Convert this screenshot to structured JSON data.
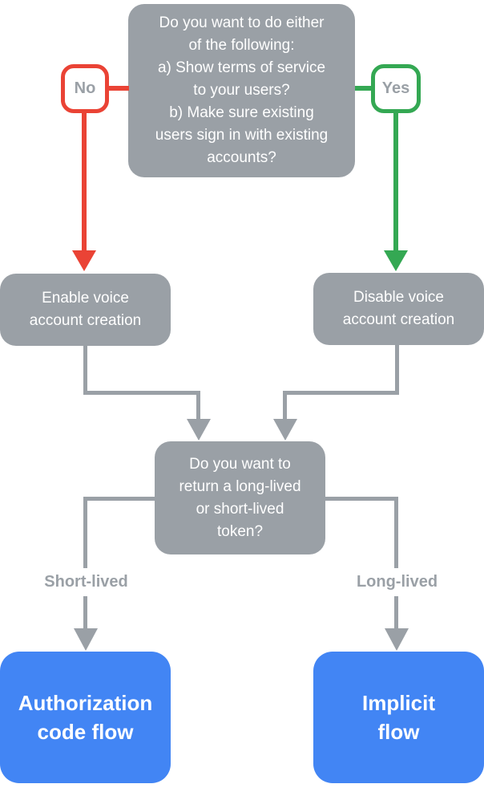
{
  "colors": {
    "gray": "#9AA0A6",
    "red": "#EA4335",
    "green": "#34A853",
    "blue": "#4285F4",
    "white": "#FFFFFF"
  },
  "nodes": {
    "question_top": {
      "text": "Do you want to do either\nof the following:\na) Show terms of service\nto your users?\nb) Make sure existing\nusers sign in with existing\naccounts?"
    },
    "no_badge": {
      "label": "No"
    },
    "yes_badge": {
      "label": "Yes"
    },
    "enable_box": {
      "text": "Enable voice\naccount creation"
    },
    "disable_box": {
      "text": "Disable voice\naccount creation"
    },
    "token_question": {
      "text": "Do you want to\nreturn a long-lived\nor short-lived\ntoken?"
    },
    "short_lived_label": {
      "text": "Short-lived"
    },
    "long_lived_label": {
      "text": "Long-lived"
    },
    "auth_code_flow": {
      "text": "Authorization\ncode flow"
    },
    "implicit_flow": {
      "text": "Implicit\nflow"
    }
  }
}
